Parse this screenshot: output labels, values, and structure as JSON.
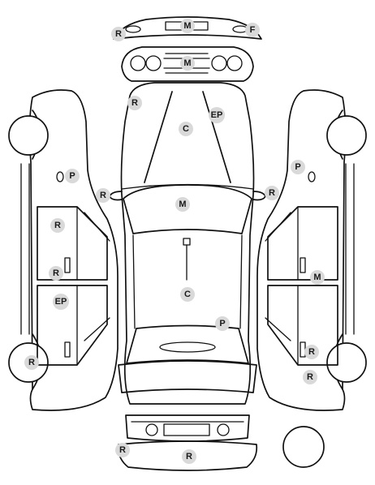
{
  "colors": {
    "line": "#111111",
    "badge_fill": "#d9d9d9",
    "badge_text": "#1a1a1a"
  },
  "markers": [
    {
      "id": "front-bumper-left",
      "code": "R"
    },
    {
      "id": "front-bumper-center",
      "code": "M"
    },
    {
      "id": "front-bumper-right",
      "code": "F"
    },
    {
      "id": "grille",
      "code": "M"
    },
    {
      "id": "hood-left",
      "code": "R"
    },
    {
      "id": "hood-right",
      "code": "EP"
    },
    {
      "id": "hood-center",
      "code": "C"
    },
    {
      "id": "left-front-fender",
      "code": "P"
    },
    {
      "id": "right-front-fender",
      "code": "P"
    },
    {
      "id": "left-mirror",
      "code": "R"
    },
    {
      "id": "right-mirror",
      "code": "R"
    },
    {
      "id": "windshield",
      "code": "M"
    },
    {
      "id": "left-front-door",
      "code": "R"
    },
    {
      "id": "left-front-door-handle",
      "code": "R"
    },
    {
      "id": "right-front-door",
      "code": "M"
    },
    {
      "id": "roof",
      "code": "C"
    },
    {
      "id": "left-rear-door",
      "code": "EP"
    },
    {
      "id": "trunk",
      "code": "P"
    },
    {
      "id": "left-rear-wheel",
      "code": "R"
    },
    {
      "id": "right-rear-door-handle",
      "code": "R"
    },
    {
      "id": "right-rear-quarter",
      "code": "R"
    },
    {
      "id": "rear-bumper-left",
      "code": "R"
    },
    {
      "id": "rear-bumper-center",
      "code": "R"
    }
  ]
}
